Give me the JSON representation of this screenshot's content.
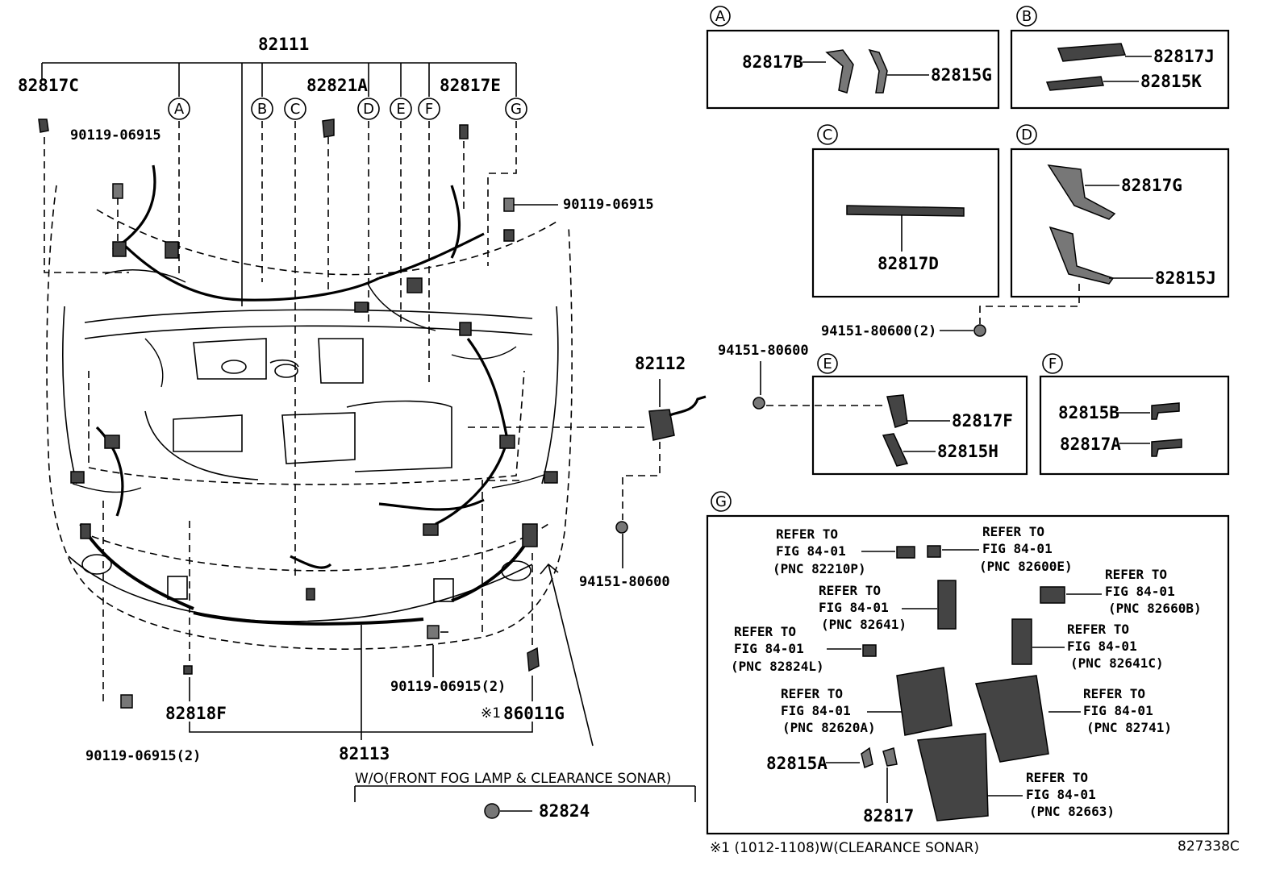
{
  "diagram_id": "827338C",
  "footnote": "※1 (1012-1108)W(CLEARANCE SONAR)",
  "variant_caption": "W/O(FRONT FOG LAMP & CLEARANCE SONAR)",
  "main_labels": {
    "p82111": "82111",
    "p82817C": "82817C",
    "p82821A": "82821A",
    "p82817E": "82817E",
    "p90119a": "90119-06915",
    "p90119b": "90119-06915",
    "p82112": "82112",
    "p94151a": "94151-80600",
    "p94151b": "94151-80600",
    "p94151c": "94151-80600(2)",
    "p90119c": "90119-06915(2)",
    "p90119d": "90119-06915(2)",
    "p82818F": "82818F",
    "p86011G": "86011G",
    "p86011G_mark": "※1",
    "p82113": "82113",
    "p82824": "82824"
  },
  "callouts": [
    "A",
    "B",
    "C",
    "D",
    "E",
    "F",
    "G"
  ],
  "detail_A": [
    "82817B",
    "82815G"
  ],
  "detail_B": [
    "82817J",
    "82815K"
  ],
  "detail_C": [
    "82817D"
  ],
  "detail_D": [
    "82817G",
    "82815J"
  ],
  "detail_E": [
    "82817F",
    "82815H"
  ],
  "detail_F": [
    "82815B",
    "82817A"
  ],
  "detail_G_parts": [
    "82815A",
    "82817"
  ],
  "refer_line1": "REFER TO",
  "refer_line2": "FIG 84-01",
  "detail_G_refs": [
    "(PNC 82210P)",
    "(PNC 82600E)",
    "(PNC 82641)",
    "(PNC 82660B)",
    "(PNC 82824L)",
    "(PNC 82641C)",
    "(PNC 82620A)",
    "(PNC 82741)",
    "(PNC 82663)"
  ]
}
